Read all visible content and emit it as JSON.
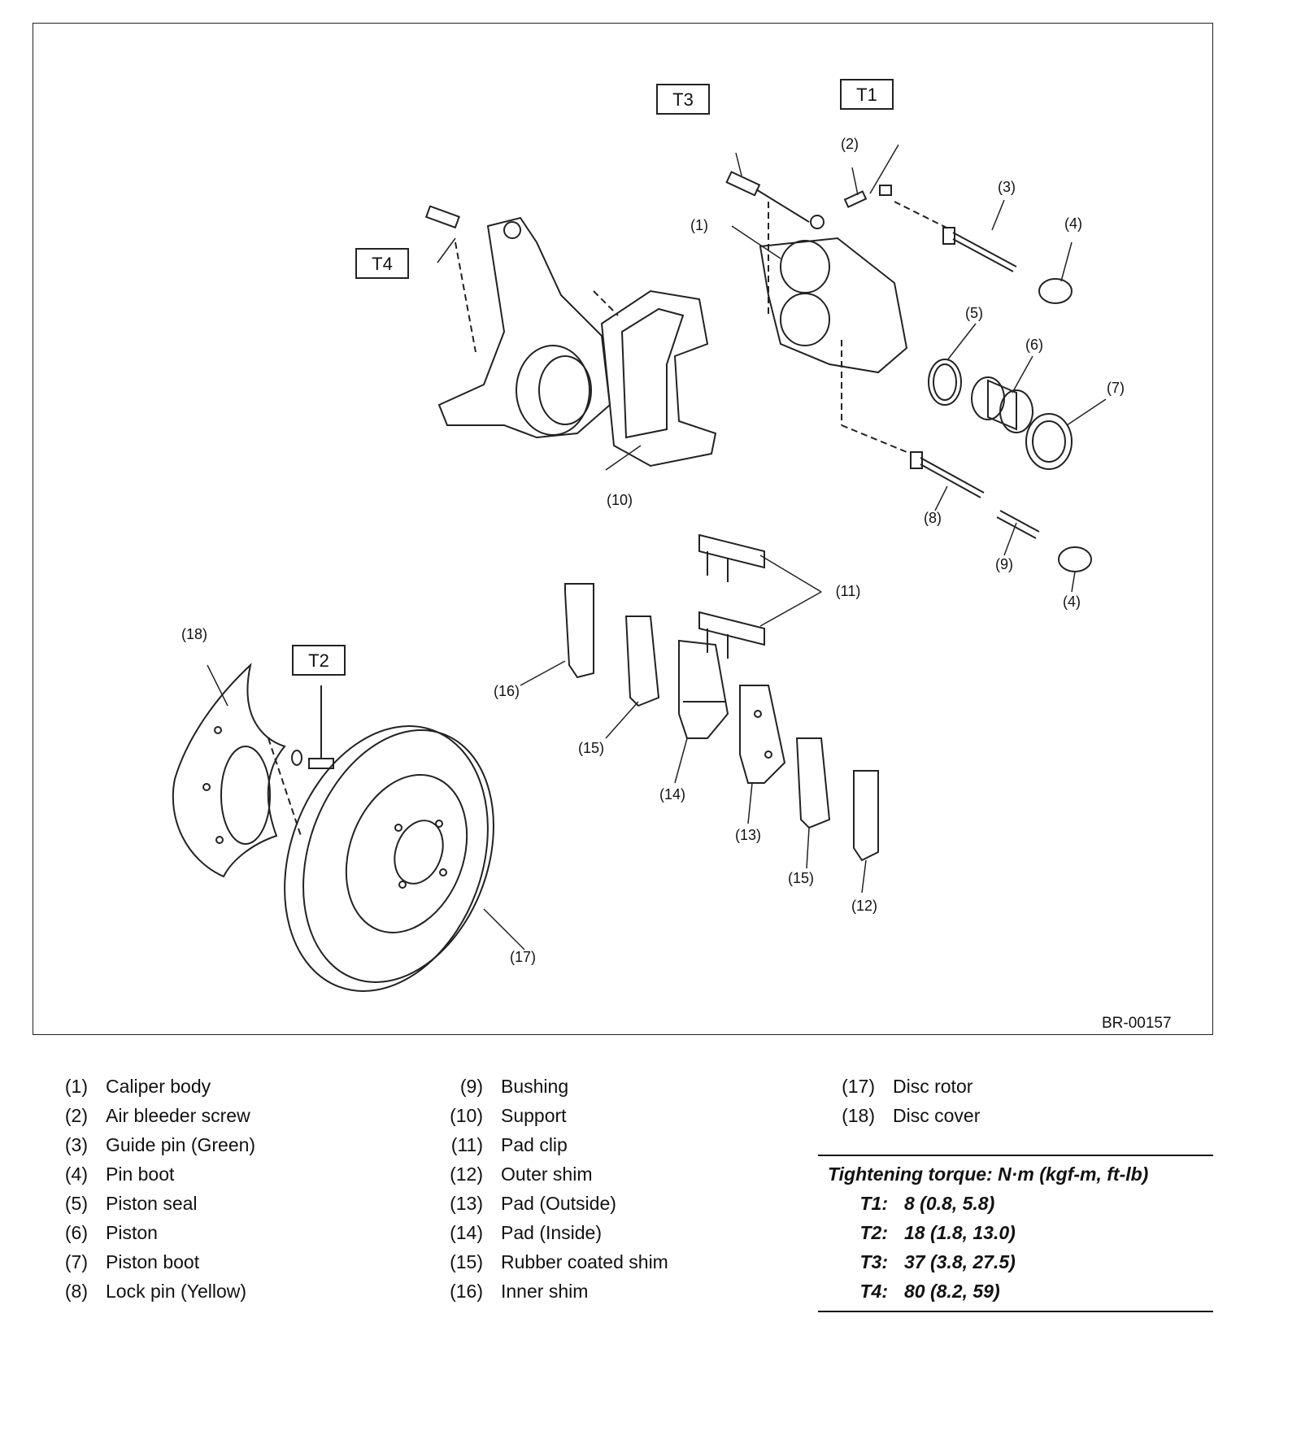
{
  "figure_id": "BR-00157",
  "torque_tags": [
    "T1",
    "T2",
    "T3",
    "T4"
  ],
  "callouts": {
    "c1": "(1)",
    "c2": "(2)",
    "c3": "(3)",
    "c4a": "(4)",
    "c4b": "(4)",
    "c5": "(5)",
    "c6": "(6)",
    "c7": "(7)",
    "c8": "(8)",
    "c9": "(9)",
    "c10": "(10)",
    "c11": "(11)",
    "c12": "(12)",
    "c13": "(13)",
    "c14": "(14)",
    "c15a": "(15)",
    "c15b": "(15)",
    "c16": "(16)",
    "c17": "(17)",
    "c18": "(18)"
  },
  "legend": {
    "col1": [
      {
        "num": "(1)",
        "name": "Caliper body"
      },
      {
        "num": "(2)",
        "name": "Air bleeder screw"
      },
      {
        "num": "(3)",
        "name": "Guide pin (Green)"
      },
      {
        "num": "(4)",
        "name": "Pin boot"
      },
      {
        "num": "(5)",
        "name": "Piston seal"
      },
      {
        "num": "(6)",
        "name": "Piston"
      },
      {
        "num": "(7)",
        "name": "Piston boot"
      },
      {
        "num": "(8)",
        "name": "Lock pin (Yellow)"
      }
    ],
    "col2": [
      {
        "num": "(9)",
        "name": "Bushing"
      },
      {
        "num": "(10)",
        "name": "Support"
      },
      {
        "num": "(11)",
        "name": "Pad clip"
      },
      {
        "num": "(12)",
        "name": "Outer shim"
      },
      {
        "num": "(13)",
        "name": "Pad (Outside)"
      },
      {
        "num": "(14)",
        "name": "Pad (Inside)"
      },
      {
        "num": "(15)",
        "name": "Rubber coated shim"
      },
      {
        "num": "(16)",
        "name": "Inner shim"
      }
    ],
    "col3": [
      {
        "num": "(17)",
        "name": "Disc rotor"
      },
      {
        "num": "(18)",
        "name": "Disc cover"
      }
    ]
  },
  "torque_table": {
    "title": "Tightening torque: N·m (kgf-m, ft-lb)",
    "rows": [
      {
        "code": "T1:",
        "value": "8 (0.8, 5.8)"
      },
      {
        "code": "T2:",
        "value": "18 (1.8, 13.0)"
      },
      {
        "code": "T3:",
        "value": "37 (3.8, 27.5)"
      },
      {
        "code": "T4:",
        "value": "80 (8.2, 59)"
      }
    ]
  }
}
